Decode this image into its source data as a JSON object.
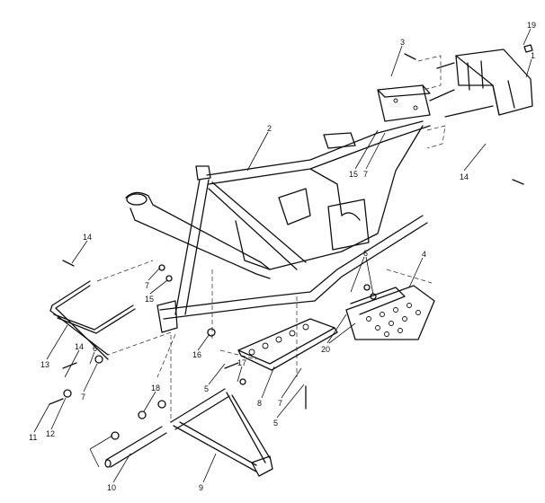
{
  "callouts": [
    {
      "id": "c19",
      "text": "19"
    },
    {
      "id": "c1",
      "text": "1"
    },
    {
      "id": "c3",
      "text": "3"
    },
    {
      "id": "c2",
      "text": "2"
    },
    {
      "id": "c15a",
      "text": "15"
    },
    {
      "id": "c7a",
      "text": "7"
    },
    {
      "id": "c14a",
      "text": "14"
    },
    {
      "id": "c14b",
      "text": "14"
    },
    {
      "id": "c7b",
      "text": "7"
    },
    {
      "id": "c15b",
      "text": "15"
    },
    {
      "id": "c4",
      "text": "4"
    },
    {
      "id": "c6a",
      "text": "6"
    },
    {
      "id": "c20",
      "text": "20"
    },
    {
      "id": "c13",
      "text": "13"
    },
    {
      "id": "c14c",
      "text": "14"
    },
    {
      "id": "c6b",
      "text": "6"
    },
    {
      "id": "c7c",
      "text": "7"
    },
    {
      "id": "c12",
      "text": "12"
    },
    {
      "id": "c11",
      "text": "11"
    },
    {
      "id": "c16",
      "text": "16"
    },
    {
      "id": "c17",
      "text": "17"
    },
    {
      "id": "c18",
      "text": "18"
    },
    {
      "id": "c5a",
      "text": "5"
    },
    {
      "id": "c8",
      "text": "8"
    },
    {
      "id": "c7d",
      "text": "7"
    },
    {
      "id": "c5b",
      "text": "5"
    },
    {
      "id": "c10",
      "text": "10"
    },
    {
      "id": "c9",
      "text": "9"
    }
  ]
}
